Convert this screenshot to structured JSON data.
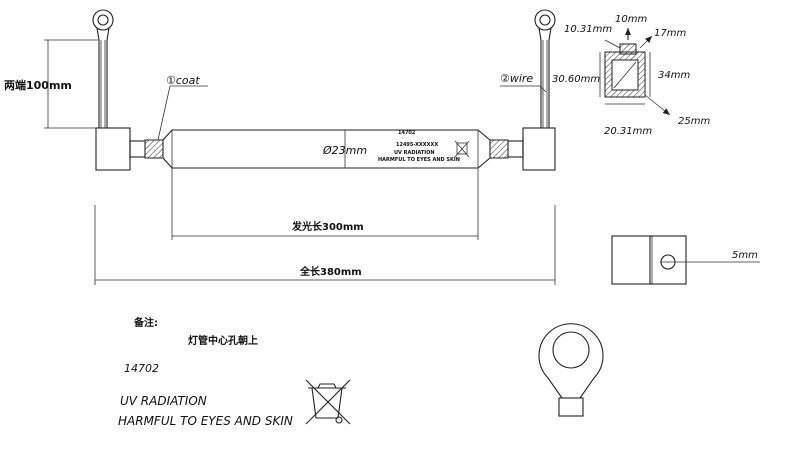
{
  "labels": {
    "both_ends_lead": "两端100mm",
    "coat": "①coat",
    "wire": "②wire",
    "diameter": "Ø23mm",
    "tube_text": [
      "14702",
      "12495-XXXXXX",
      "UV RADIATION",
      "HARMFUL TO EYES AND SKIN"
    ],
    "emit_length": "发光长300mm",
    "total_length": "全长380mm",
    "end_cap_hole": "5mm",
    "note_title": "备注:",
    "note_line": "灯管中心孔朝上",
    "model": "14702",
    "warning_line1": "UV  RADIATION",
    "warning_line2": "HARMFUL TO EYES AND SKIN"
  },
  "cap_dimensions": {
    "top": "10mm",
    "top_left": "10.31mm",
    "top_right": "17mm",
    "left": "30.60mm",
    "right": "34mm",
    "bottom": "20.31mm",
    "diagonal": "25mm"
  },
  "icons": [
    "crossed-out-wheelie-bin-icon",
    "ring-terminal-icon"
  ],
  "colors": {
    "line": "#222222",
    "background": "#ffffff"
  }
}
